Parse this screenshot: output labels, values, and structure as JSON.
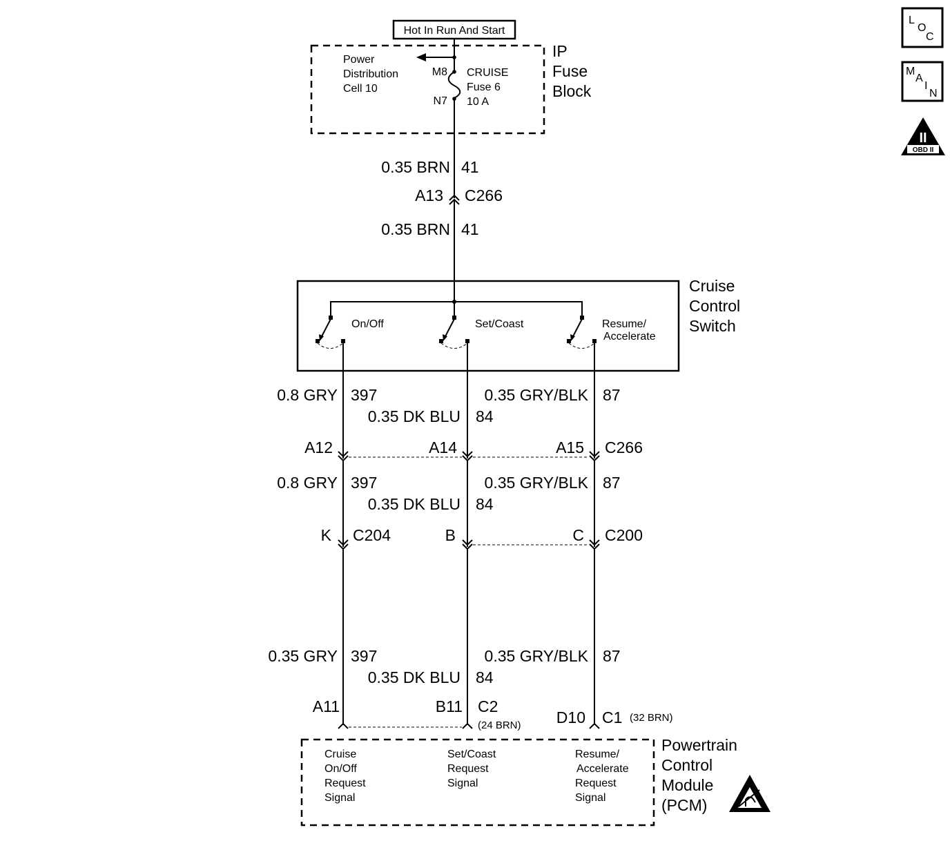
{
  "power": {
    "supply_label": "Hot In Run And Start",
    "power_distribution": [
      "Power",
      "Distribution",
      "Cell 10"
    ],
    "pin_top": "M8",
    "pin_bottom": "N7",
    "fuse": [
      "CRUISE",
      "Fuse 6",
      "10 A"
    ],
    "fuse_block": [
      "IP",
      "Fuse",
      "Block"
    ]
  },
  "feed_wire": {
    "upper": {
      "gauge_color": "0.35 BRN",
      "circuit": "41"
    },
    "connector": {
      "pin": "A13",
      "name": "C266"
    },
    "lower": {
      "gauge_color": "0.35 BRN",
      "circuit": "41"
    }
  },
  "switch": {
    "title": [
      "Cruise",
      "Control",
      "Switch"
    ],
    "on_off": "On/Off",
    "set_coast": "Set/Coast",
    "resume": [
      "Resume/",
      "Accelerate"
    ]
  },
  "wires": {
    "onoff": {
      "gauge_color": "0.8 GRY",
      "circuit": "397",
      "gauge_color_pcm": "0.35 GRY"
    },
    "set": {
      "gauge_color": "0.35 DK BLU",
      "circuit": "84"
    },
    "resume": {
      "gauge_color": "0.35 GRY/BLK",
      "circuit": "87"
    }
  },
  "connector_c266": {
    "pin_onoff": "A12",
    "pin_set": "A14",
    "pin_resume": "A15",
    "name": "C266"
  },
  "connector_c204": {
    "pin": "K",
    "name": "C204"
  },
  "connector_c200": {
    "pin_set": "B",
    "pin_resume": "C",
    "name": "C200"
  },
  "pcm_pins": {
    "onoff": "A11",
    "set": "B11",
    "c2": "C2",
    "c2_note": "(24 BRN)",
    "resume": "D10",
    "c1": "C1",
    "c1_note": "(32 BRN)"
  },
  "pcm": {
    "title": [
      "Powertrain",
      "Control",
      "Module",
      "(PCM)"
    ],
    "onoff_signal": [
      "Cruise",
      "On/Off",
      "Request",
      "Signal"
    ],
    "set_signal": [
      "Set/Coast",
      "Request",
      "Signal"
    ],
    "resume_signal": [
      "Resume/",
      "Accelerate",
      "Request",
      "Signal"
    ]
  },
  "icons": {
    "loc": {
      "L": "L",
      "O": "O",
      "C": "C"
    },
    "main": {
      "M": "M",
      "A": "A",
      "I": "I",
      "N": "N"
    },
    "obd": {
      "numeral": "II",
      "label": "OBD II"
    },
    "esd": "esd-warning-icon"
  }
}
